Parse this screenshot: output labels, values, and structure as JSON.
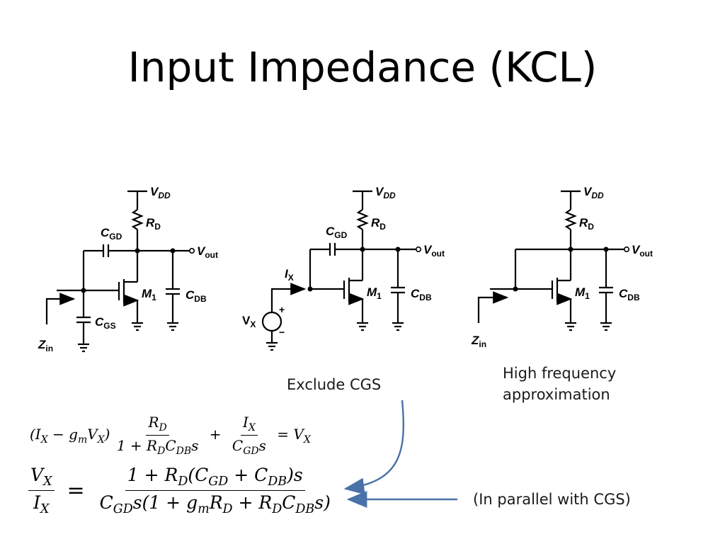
{
  "title": "Input Impedance (KCL)",
  "notes": {
    "exclude": "Exclude CGS",
    "high_freq_line1": "High frequency",
    "high_freq_line2": "approximation",
    "parallel": "(In parallel with CGS)"
  },
  "circuit_labels": {
    "vdd": "V",
    "vdd_sub": "DD",
    "rd": "R",
    "rd_sub": "D",
    "cgd": "C",
    "cgd_sub": "GD",
    "vout": "V",
    "vout_sub": "out",
    "m1": "M",
    "m1_sub": "1",
    "cdb": "C",
    "cdb_sub": "DB",
    "cgs": "C",
    "cgs_sub": "GS",
    "zin": "Z",
    "zin_sub": "in",
    "ix": "I",
    "ix_sub": "X",
    "vx": "V",
    "vx_sub": "X",
    "plus": "+",
    "minus": "−"
  },
  "equations": {
    "eq1": {
      "lhs_open": "(I",
      "lhs_sub1": "X",
      "lhs_mid": " − g",
      "lhs_sub2": "m",
      "lhs_v": "V",
      "lhs_sub3": "X",
      "lhs_close": ")",
      "frac1_num": "R",
      "frac1_num_sub": "D",
      "frac1_den_a": "1 + R",
      "frac1_den_sub1": "D",
      "frac1_den_b": "C",
      "frac1_den_sub2": "DB",
      "frac1_den_s": "s",
      "plus": "+",
      "frac2_num": "I",
      "frac2_num_sub": "X",
      "frac2_den": "C",
      "frac2_den_sub": "GD",
      "frac2_den_s": "s",
      "equals": "= V",
      "rhs_sub": "X"
    },
    "eq2": {
      "lhs_num": "V",
      "lhs_num_sub": "X",
      "lhs_den": "I",
      "lhs_den_sub": "X",
      "equals": "=",
      "num_a": "1 + R",
      "num_sub1": "D",
      "num_b": "(C",
      "num_sub2": "GD",
      "num_c": " + C",
      "num_sub3": "DB",
      "num_d": ")s",
      "den_a": "C",
      "den_sub1": "GD",
      "den_b": "s(1 + g",
      "den_sub2": "m",
      "den_c": "R",
      "den_sub3": "D",
      "den_d": " + R",
      "den_sub4": "D",
      "den_e": "C",
      "den_sub5": "DB",
      "den_f": "s)"
    }
  },
  "colors": {
    "arrow": "#4a72a8",
    "ink": "#000000"
  }
}
